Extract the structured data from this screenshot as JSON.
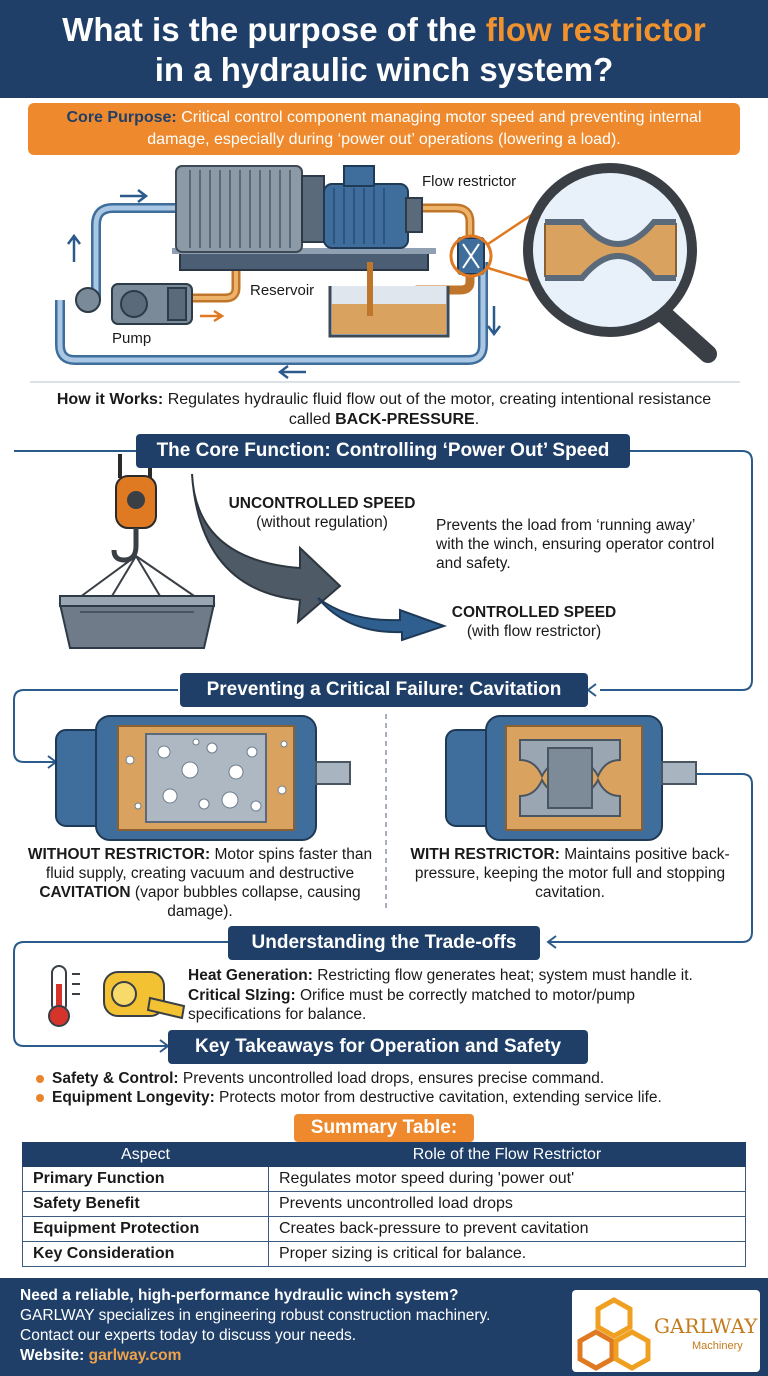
{
  "header": {
    "title_part1": "What is the purpose of the ",
    "title_accent": "flow restrictor",
    "title_part2": "in a hydraulic winch system?"
  },
  "core": {
    "label": "Core Purpose:",
    "text": " Critical control component managing motor speed and preventing internal damage, especially during ‘power out’ operations (lowering a load)."
  },
  "diagram1": {
    "flow_restrictor": "Flow restrictor",
    "reservoir": "Reservoir",
    "pump": "Pump"
  },
  "how_it_works": {
    "label": "How it Works:",
    "text": " Regulates hydraulic fluid flow out of the motor, creating intentional resistance called ",
    "emph": "BACK-PRESSURE",
    "end": "."
  },
  "section1": {
    "title": "The Core Function: Controlling ‘Power Out’ Speed",
    "uncontrolled_label": "UNCONTROLLED SPEED",
    "uncontrolled_sub": "(without regulation)",
    "prevents": "Prevents the load from ‘running away’ with the winch, ensuring operator control and safety.",
    "controlled_label": "CONTROLLED SPEED",
    "controlled_sub": "(with flow restrictor)"
  },
  "section2": {
    "title": "Preventing a Critical Failure: Cavitation",
    "without_label": "WITHOUT RESTRICTOR:",
    "without_text1": " Motor spins faster than fluid supply, creating vacuum and destructive ",
    "without_emph": "CAVITATION",
    "without_text2": " (vapor bubbles collapse, causing damage).",
    "with_label": "WITH RESTRICTOR:",
    "with_text": " Maintains positive back-pressure, keeping the motor full and stopping cavitation."
  },
  "section3": {
    "title": "Understanding the Trade-offs",
    "heat_label": "Heat Generation:",
    "heat_text": " Restricting flow generates heat; system must handle it.",
    "sizing_label": "Critical SIzing:",
    "sizing_text": " Orifice must be correctly matched to motor/pump specifications for balance."
  },
  "section4": {
    "title": "Key Takeaways for Operation and Safety",
    "items": [
      {
        "label": "Safety & Control:",
        "text": " Prevents uncontrolled load drops, ensures precise command."
      },
      {
        "label": "Equipment Longevity:",
        "text": " Protects motor from destructive cavitation, extending service life."
      }
    ]
  },
  "summary": {
    "title": "Summary Table:",
    "headers": [
      "Aspect",
      "Role of the Flow Restrictor"
    ],
    "rows": [
      [
        "Primary Function",
        "Regulates motor speed during 'power out'"
      ],
      [
        "Safety Benefit",
        "Prevents uncontrolled load drops"
      ],
      [
        "Equipment Protection",
        "Creates back-pressure to prevent cavitation"
      ],
      [
        "Key Consideration",
        "Proper sizing is critical for balance."
      ]
    ]
  },
  "footer": {
    "line1": "Need a reliable, high-performance hydraulic winch system?",
    "line2": "GARLWAY specializes in engineering robust construction machinery.",
    "line3": "Contact our experts today to discuss your needs.",
    "website_label": "Website: ",
    "website": "garlway.com",
    "logo_name": "GARLWAY",
    "logo_sub": "Machinery"
  },
  "colors": {
    "navy": "#1f3f68",
    "orange": "#ee8a2d",
    "steel": "#3f6e9c",
    "fluid": "#d9a25e"
  }
}
